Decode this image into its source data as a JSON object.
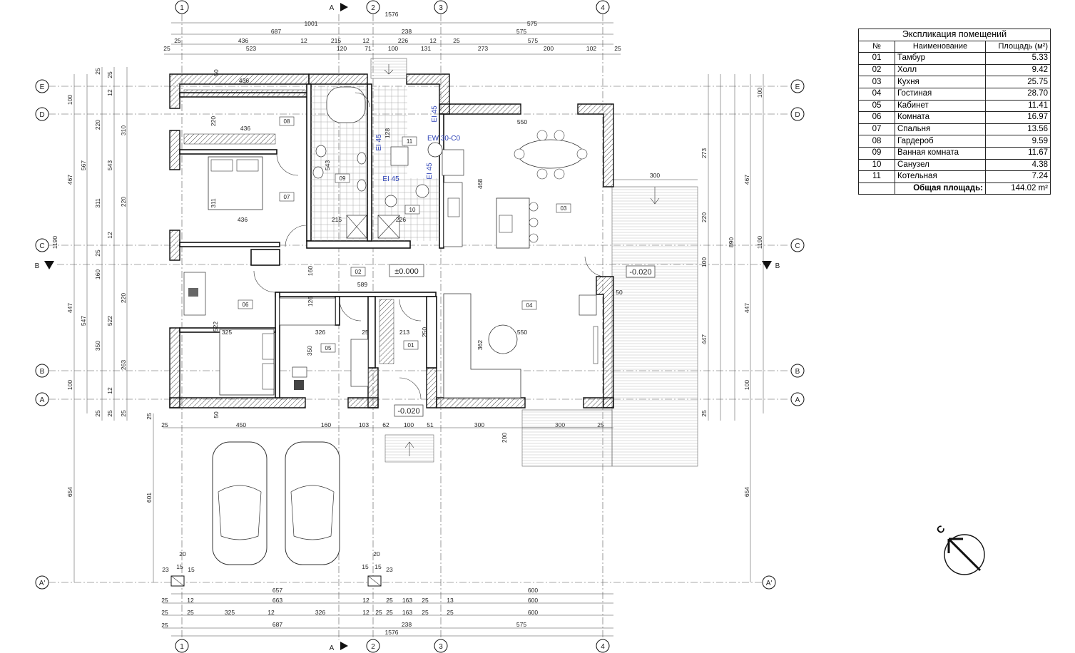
{
  "explication": {
    "title": "Экспликация помещений",
    "headers": {
      "num": "№",
      "name": "Наименование",
      "area": "Площадь (м²)"
    },
    "rows": [
      {
        "num": "01",
        "name": "Тамбур",
        "area": "5.33"
      },
      {
        "num": "02",
        "name": "Холл",
        "area": "9.42"
      },
      {
        "num": "03",
        "name": "Кухня",
        "area": "25.75"
      },
      {
        "num": "04",
        "name": "Гостиная",
        "area": "28.70"
      },
      {
        "num": "05",
        "name": "Кабинет",
        "area": "11.41"
      },
      {
        "num": "06",
        "name": "Комната",
        "area": "16.97"
      },
      {
        "num": "07",
        "name": "Спальня",
        "area": "13.56"
      },
      {
        "num": "08",
        "name": "Гардероб",
        "area": "9.59"
      },
      {
        "num": "09",
        "name": "Ванная комната",
        "area": "11.67"
      },
      {
        "num": "10",
        "name": "Санузел",
        "area": "4.38"
      },
      {
        "num": "11",
        "name": "Котельная",
        "area": "7.24"
      }
    ],
    "total_label": "Общая площадь:",
    "total_value": "144.02 m²"
  },
  "axes": {
    "columns": [
      "1",
      "2",
      "3",
      "4"
    ],
    "rows": [
      "E",
      "D",
      "C",
      "B",
      "A",
      "A'"
    ],
    "section_a": "A",
    "section_b": "B"
  },
  "levels": {
    "main": "±0.000",
    "porch": "-0.020",
    "terrace": "-0.020"
  },
  "room_tags": [
    "01",
    "02",
    "03",
    "04",
    "05",
    "06",
    "07",
    "08",
    "09",
    "10",
    "11"
  ],
  "equipment_labels": {
    "ei_a": "EI 45",
    "ei_b": "EI 45",
    "ei_c": "EI 45",
    "ei_d": "EI 45",
    "ew": "EW 30-C0"
  },
  "dims": {
    "top1": [
      "1001",
      "1576",
      "575"
    ],
    "top2": [
      "687",
      "238",
      "575"
    ],
    "top3": [
      "25",
      "436",
      "12",
      "215",
      "12",
      "226",
      "12",
      "25",
      "575"
    ],
    "top4": [
      "25",
      "523",
      "120",
      "71",
      "100",
      "131",
      "273",
      "200",
      "102",
      "25"
    ],
    "bottom1": [
      "25",
      "450",
      "160",
      "103",
      "62",
      "100",
      "51",
      "300",
      "300",
      "25"
    ],
    "bottom2": [
      "657",
      "600"
    ],
    "bottom3": [
      "25",
      "12",
      "663",
      "12",
      "25",
      "163",
      "25",
      "13",
      "600"
    ],
    "bottom4": [
      "25",
      "25",
      "325",
      "12",
      "326",
      "12",
      "25",
      "25",
      "163",
      "25",
      "25",
      "600"
    ],
    "bottom5": [
      "25",
      "687",
      "238",
      "575"
    ],
    "bottom6": [
      "1576"
    ],
    "left_outer": [
      "100",
      "467",
      "447",
      "100",
      "654"
    ],
    "left_mid": [
      "567",
      "1190",
      "547"
    ],
    "left_in1": [
      "25",
      "220",
      "311",
      "25",
      "160",
      "350",
      "25"
    ],
    "left_in2": [
      "12",
      "25",
      "543",
      "12",
      "522",
      "12",
      "25",
      "601",
      "25"
    ],
    "left_in3": [
      "310",
      "220",
      "220",
      "263",
      "25"
    ],
    "right_outer": [
      "100",
      "467",
      "447",
      "100",
      "654"
    ],
    "right_mid": [
      "1190",
      "890"
    ],
    "right_in": [
      "273",
      "220",
      "100",
      "447",
      "25"
    ],
    "interior": [
      "436",
      "436",
      "436",
      "311",
      "220",
      "550",
      "468",
      "300",
      "589",
      "550",
      "362",
      "325",
      "326",
      "350",
      "213",
      "250",
      "25",
      "160",
      "522",
      "126",
      "128",
      "215",
      "226",
      "200",
      "50",
      "543",
      "226"
    ]
  },
  "north": "С"
}
